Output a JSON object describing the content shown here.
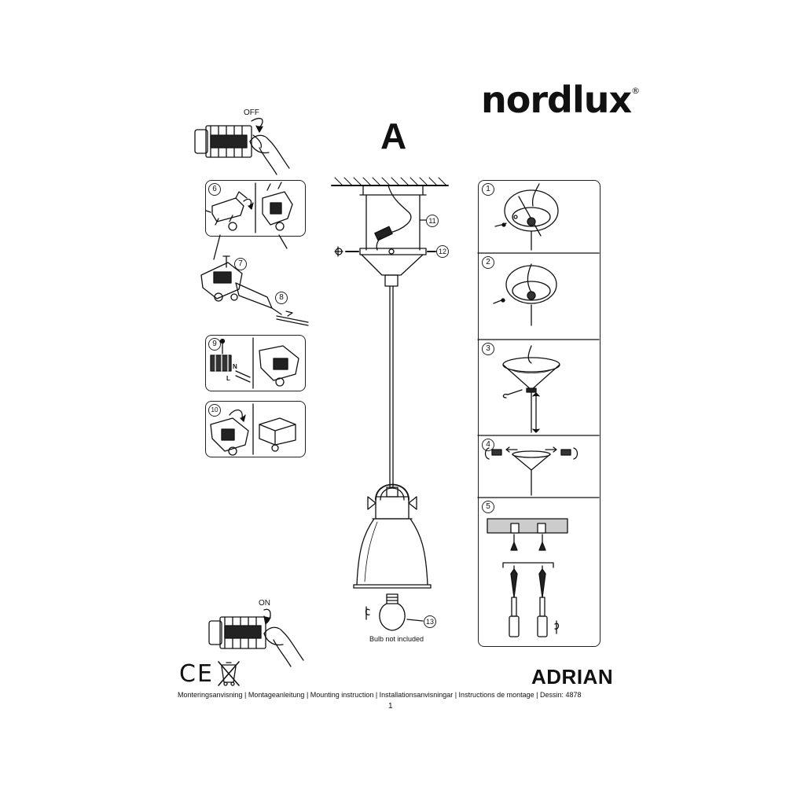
{
  "brand": {
    "name": "nordlux",
    "registered": "®"
  },
  "variant": "A",
  "switch_off": {
    "label": "OFF"
  },
  "switch_on": {
    "label": "ON"
  },
  "left_steps": {
    "s6": "6",
    "s7": "7",
    "s8": "8",
    "s9": "9",
    "s10": "10",
    "n_label": "N",
    "l_label": "L"
  },
  "center": {
    "callout_11": "11",
    "callout_12": "12",
    "callout_13": "13",
    "bulb_note": "Bulb not included"
  },
  "right_steps": {
    "s1": "1",
    "s2": "2",
    "s3": "3",
    "s4": "4",
    "s5": "5"
  },
  "product_name": "ADRIAN",
  "footer": {
    "line": "Monteringsanvisning | Montageanleitung | Mounting instruction | Installationsanvisningar | Instructions de montage | Dessin: 4878",
    "page": "1"
  },
  "marks": {
    "ce": "CE"
  },
  "icons": [
    "ce-mark-icon",
    "weee-bin-icon",
    "hand-icon",
    "rotate-arrow-icon",
    "screw-icon"
  ]
}
